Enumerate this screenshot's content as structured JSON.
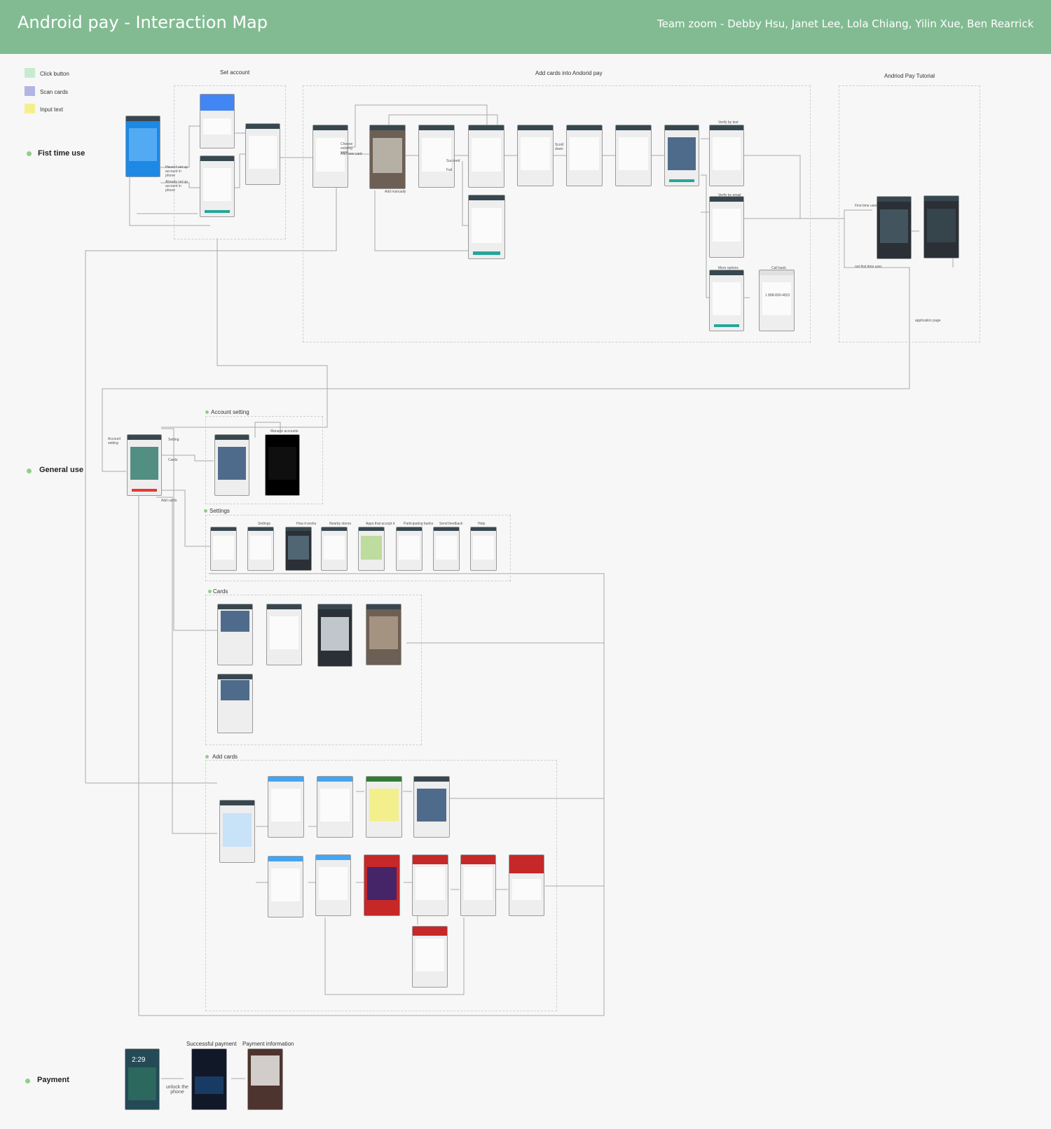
{
  "header": {
    "title": "Android pay - Interaction Map",
    "team": "Team zoom - Debby Hsu, Janet Lee, Lola  Chiang, Yilin Xue, Ben Rearrick"
  },
  "legend": [
    {
      "label": "Click button",
      "color": "#c8ebcf"
    },
    {
      "label": "Scan cards",
      "color": "#b2b4e3"
    },
    {
      "label": "Input text",
      "color": "#f4ef8d"
    }
  ],
  "sections": {
    "first_time": "Fist time use",
    "general": "General use",
    "payment": "Payment"
  },
  "groups": {
    "set_account": "Set account",
    "add_cards_android": "Add cards into Andorid pay",
    "tutorial": "Andriod Pay Tutorial",
    "account_setting": "Account setting",
    "settings": "Settings",
    "cards": "Cards",
    "add_cards": "Add cards",
    "successful_payment": "Successful payment",
    "payment_information": "Payment information"
  },
  "annotations": {
    "havent_set_up": "Haven't set up account in phone",
    "already_set_up": "Already set up account in phone",
    "choose_existing": "Choose existing card",
    "add_new_card": "Add new card",
    "add_manually": "Add manually",
    "succeed": "Succeed",
    "fail": "Fail",
    "scroll_down": "Scroll down",
    "verify_by_text": "Verify by text",
    "verify_by_email": "Verify by email",
    "more_options": "More options",
    "call_bank": "Call bank",
    "first_time_user": "First time user",
    "not_first_time_user": "not first time user",
    "application_page": "application page",
    "account_setting": "Account setting",
    "setting": "Setting",
    "cards": "Cards",
    "add_cards": "Add cards",
    "manage_accounts": "Manage accounts",
    "unlock_phone": "unlock the phone",
    "phone_number": "1 888-890-4823",
    "lock_time": "2:29"
  },
  "settings_items": [
    "Settings",
    "How it works",
    "Nearby stores",
    "Apps that accept it",
    "Participating banks",
    "Send feedback",
    "Help"
  ],
  "colors": {
    "header": "#82bb92",
    "accent_green": "#8fcf8a",
    "teal": "#26a69a",
    "connector": "#9e9e9e"
  }
}
